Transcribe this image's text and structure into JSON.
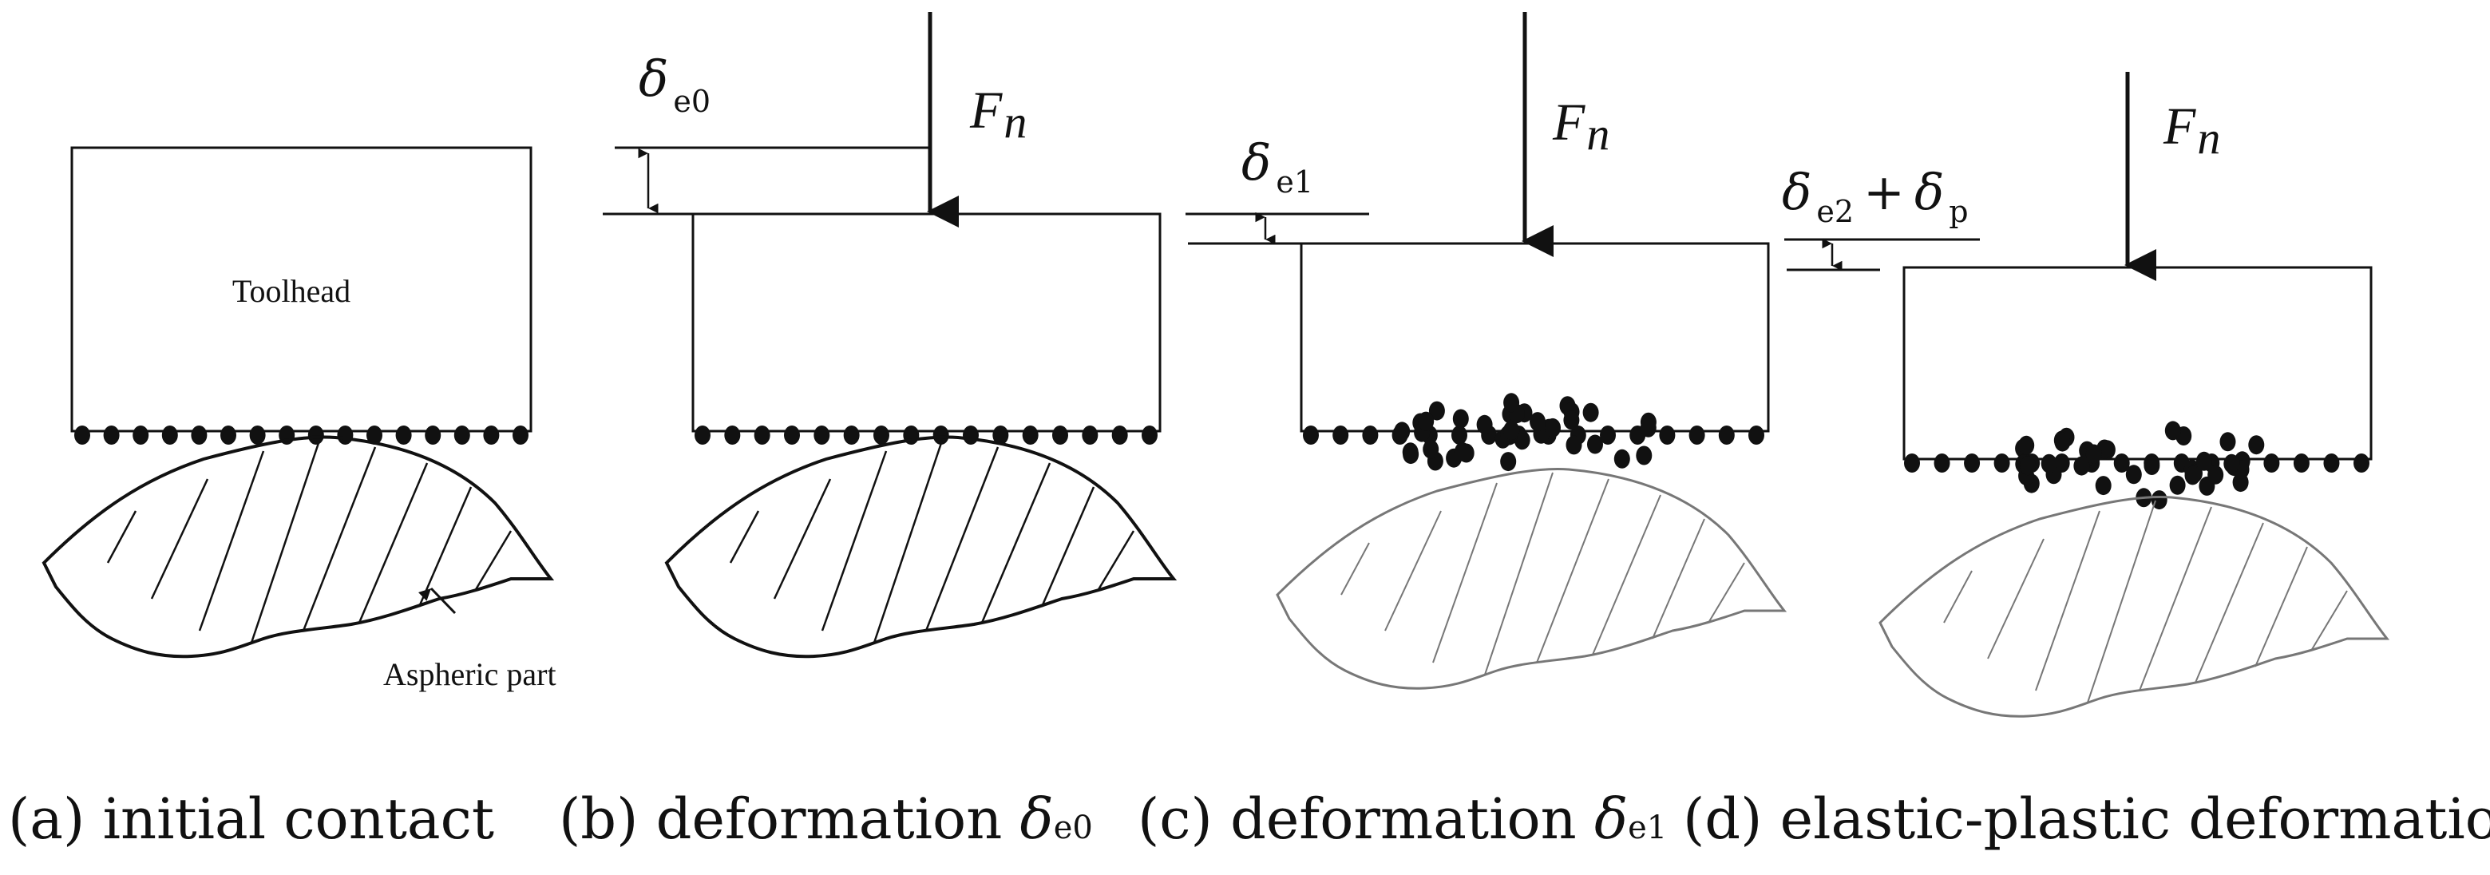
{
  "panels": [
    {
      "id": "a",
      "caption_prefix": "(a) initial contact",
      "caption_symbol": "",
      "caption_sub": "",
      "force_label": "",
      "force_sub": "",
      "gap_symbol": "",
      "gap_sub": "",
      "gap_plus": "",
      "gap_symbol2": "",
      "gap_sub2": ""
    },
    {
      "id": "b",
      "caption_prefix": "(b) deformation ",
      "caption_symbol": "δ",
      "caption_sub": "e0",
      "force_label": "F",
      "force_sub": "n",
      "gap_symbol": "δ",
      "gap_sub": "e0",
      "gap_plus": "",
      "gap_symbol2": "",
      "gap_sub2": ""
    },
    {
      "id": "c",
      "caption_prefix": "(c) deformation ",
      "caption_symbol": "δ",
      "caption_sub": "e1",
      "force_label": "F",
      "force_sub": "n",
      "gap_symbol": "δ",
      "gap_sub": "e1",
      "gap_plus": "",
      "gap_symbol2": "",
      "gap_sub2": ""
    },
    {
      "id": "d",
      "caption_prefix": "(d) elastic-plastic deformation",
      "caption_symbol": "",
      "caption_sub": "",
      "force_label": "F",
      "force_sub": "n",
      "gap_symbol": "δ",
      "gap_sub": "e2",
      "gap_plus": "+",
      "gap_symbol2": "δ",
      "gap_sub2": "p"
    }
  ],
  "labels": {
    "toolhead": "Toolhead",
    "aspheric_part": "Aspheric part"
  }
}
